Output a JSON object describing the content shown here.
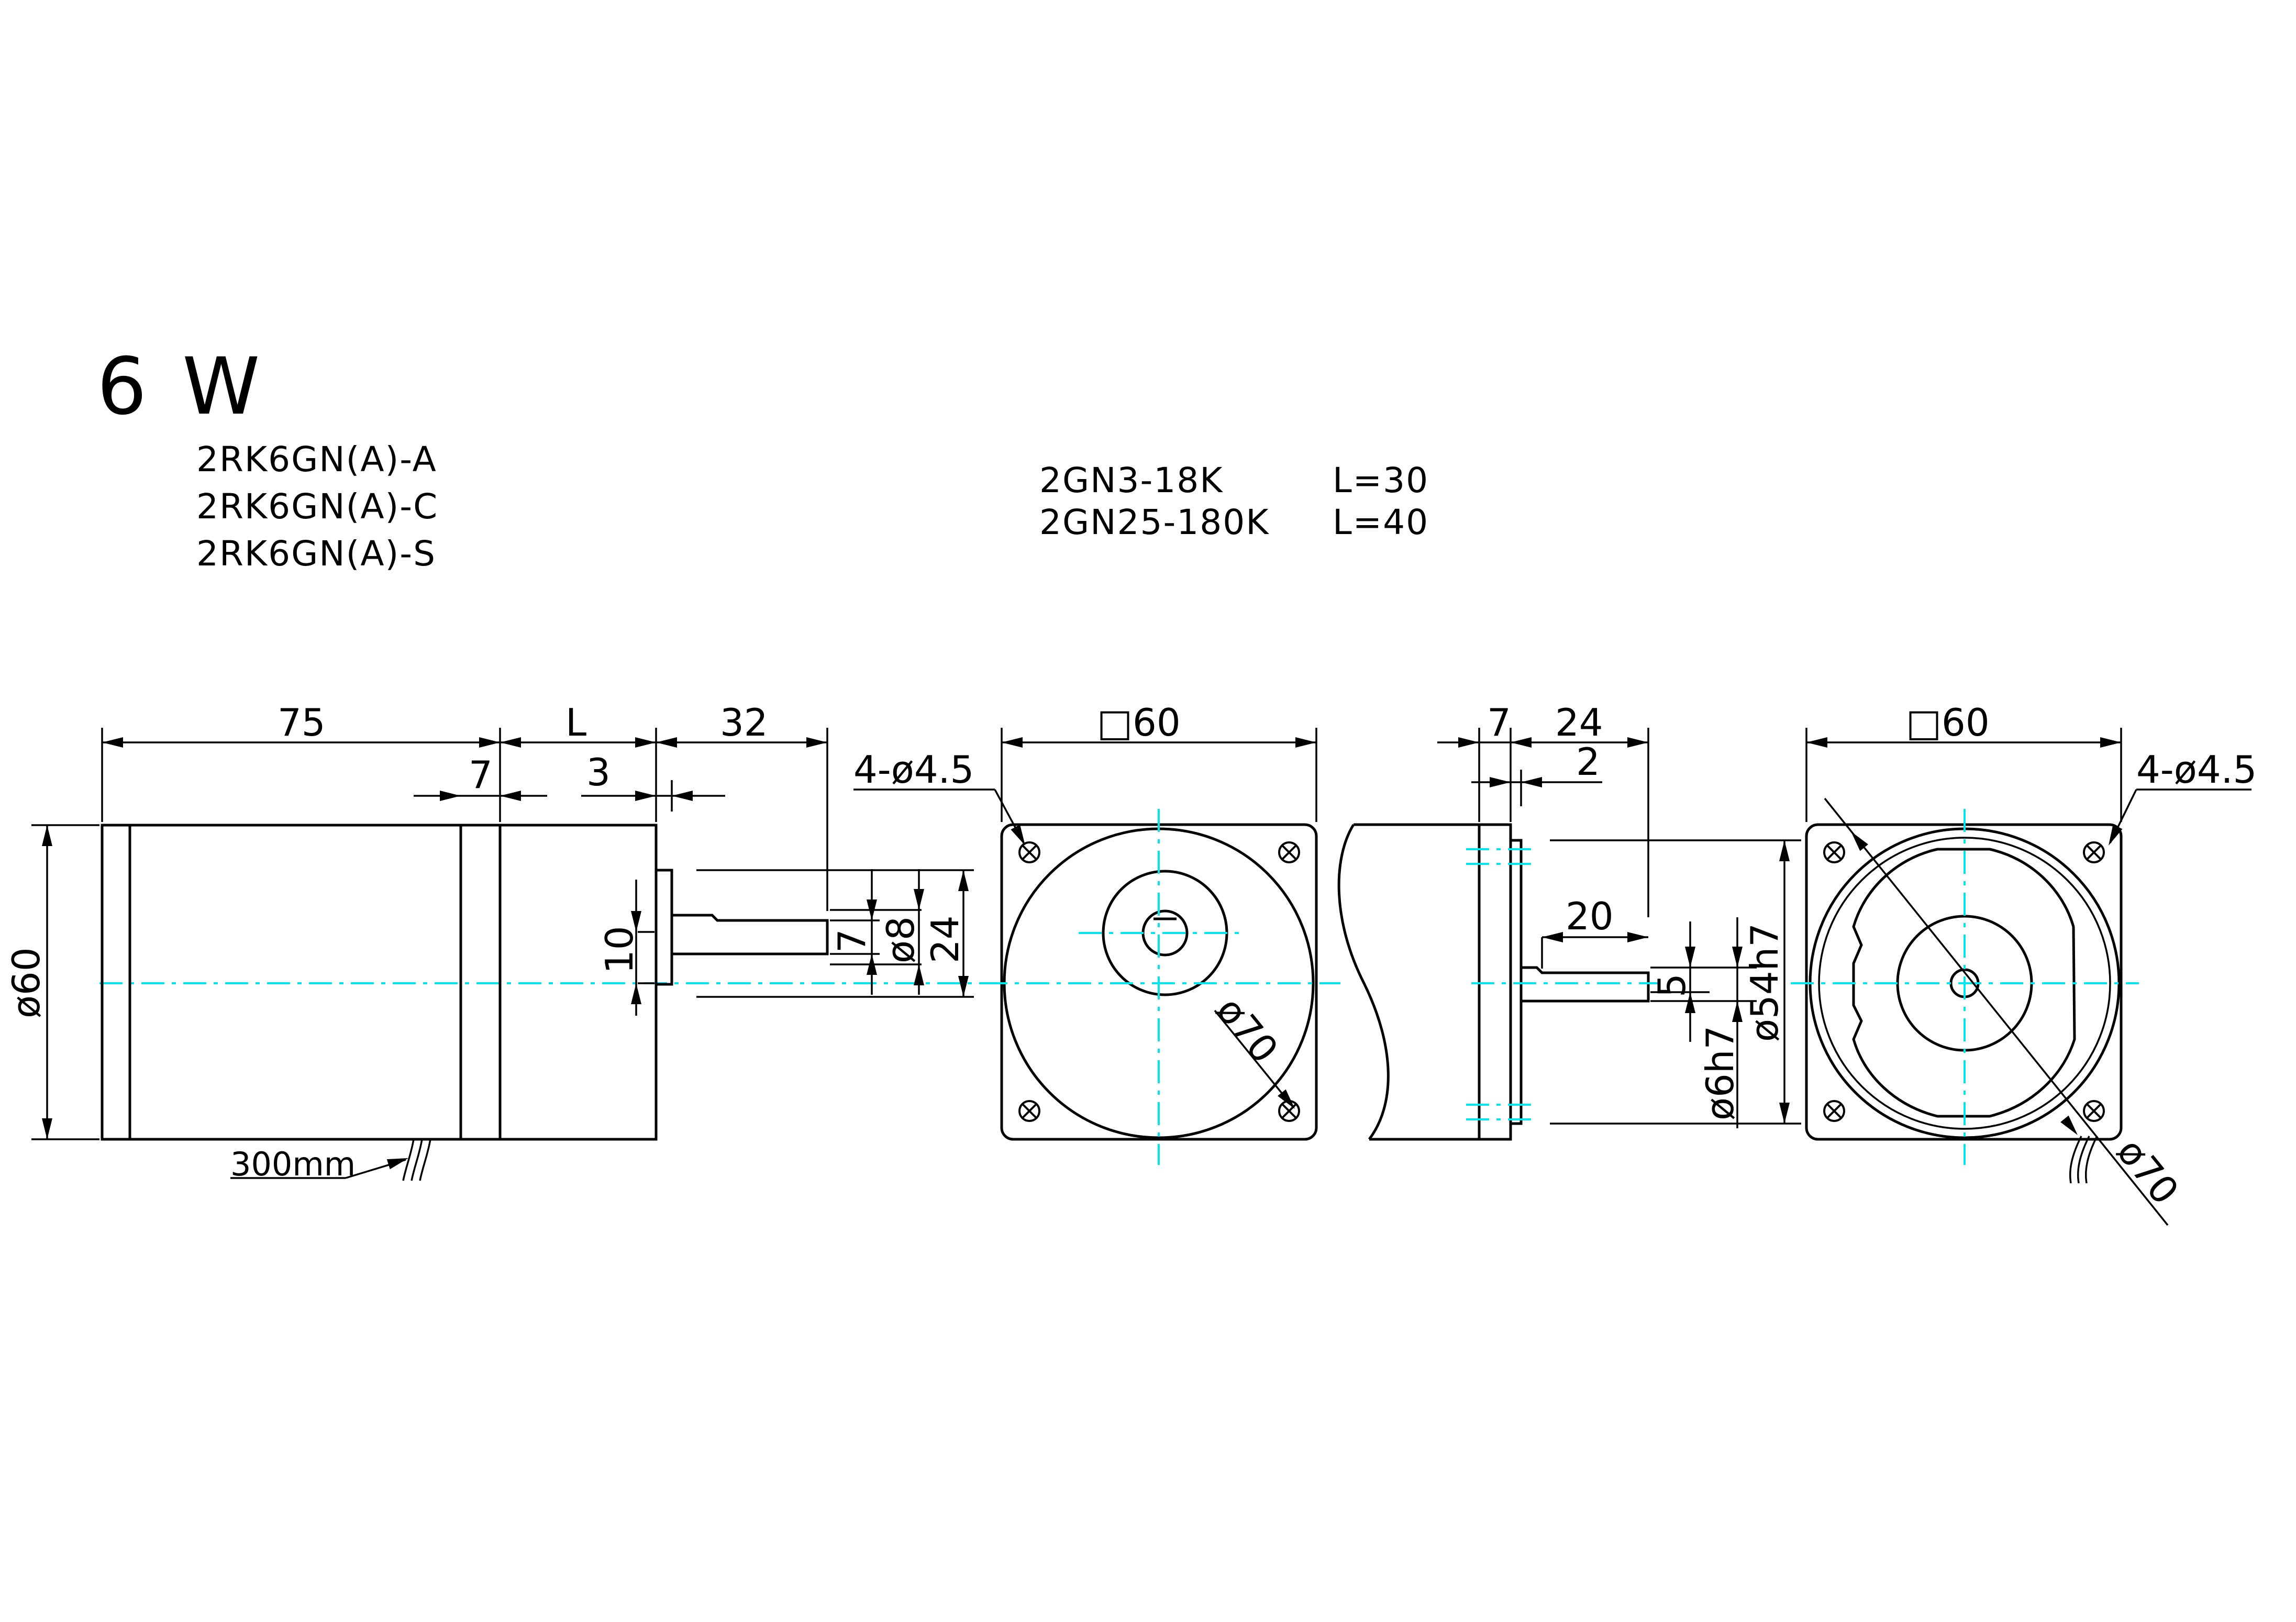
{
  "title": {
    "power": "6 W"
  },
  "models": [
    "2RK6GN(A)-A",
    "2RK6GN(A)-C",
    "2RK6GN(A)-S"
  ],
  "gearheads": [
    {
      "model": "2GN3-18K",
      "length": "L=30"
    },
    {
      "model": "2GN25-180K",
      "length": "L=40"
    }
  ],
  "side_view": {
    "motor_length": "75",
    "gear_length": "L",
    "shaft_length": "32",
    "flange_width": "7",
    "pilot_gap": "3",
    "motor_diameter": "ø60",
    "lead_length": "300mm",
    "boss_height": "10",
    "key_width": "7",
    "shaft_diameter": "ø8",
    "boss_diameter": "24"
  },
  "front_view": {
    "frame_size": "□60",
    "holes": "4-ø4.5",
    "pcd": "ø70"
  },
  "alt_side_view": {
    "flange_width": "7",
    "shaft_length": "24",
    "shoulder": "2",
    "key_length": "20",
    "flat": "5",
    "pilot_diameter": "ø54h7",
    "shaft_diameter": "ø6h7"
  },
  "rear_view": {
    "frame_size": "□60",
    "holes": "4-ø4.5",
    "pcd": "ø70"
  },
  "colors": {
    "line": "#000000",
    "centerline": "#00e5ee"
  }
}
